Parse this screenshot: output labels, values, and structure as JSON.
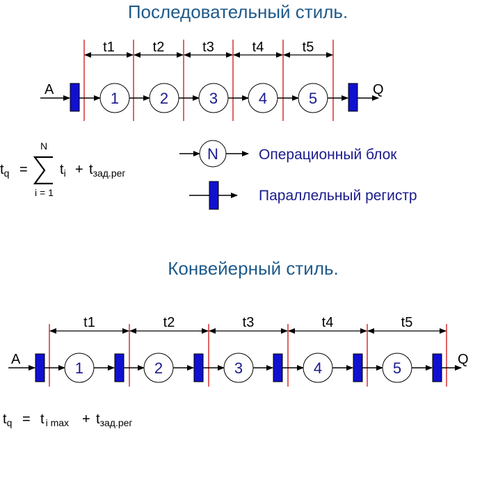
{
  "sequential": {
    "title": "Последовательный стиль.",
    "input": "A",
    "output": "Q",
    "stages": [
      "t1",
      "t2",
      "t3",
      "t4",
      "t5"
    ],
    "nodes": [
      "1",
      "2",
      "3",
      "4",
      "5"
    ]
  },
  "formula_seq": {
    "lhs": "t",
    "lhs_sub": "q",
    "eq": "=",
    "upper": "N",
    "lower": "i = 1",
    "term": "t",
    "term_sub": "i",
    "plus": "+",
    "delay": "t",
    "delay_sub": "зад.рег"
  },
  "legend": {
    "node_symbol": "N",
    "node_label": "Операционный блок",
    "register_label": "Параллельный регистр"
  },
  "pipeline": {
    "title": "Конвейерный стиль.",
    "input": "A",
    "output": "Q",
    "stages": [
      "t1",
      "t2",
      "t3",
      "t4",
      "t5"
    ],
    "nodes": [
      "1",
      "2",
      "3",
      "4",
      "5"
    ]
  },
  "formula_pipe": {
    "lhs": "t",
    "lhs_sub": "q",
    "eq": "=",
    "term": "t",
    "term_sub": "i max",
    "plus": "+",
    "delay": "t",
    "delay_sub": "зад.рег"
  },
  "colors": {
    "title": "#1f5a8a",
    "register": "#1010d0",
    "boundary": "#d01010",
    "node_text": "#1a1a8c"
  }
}
